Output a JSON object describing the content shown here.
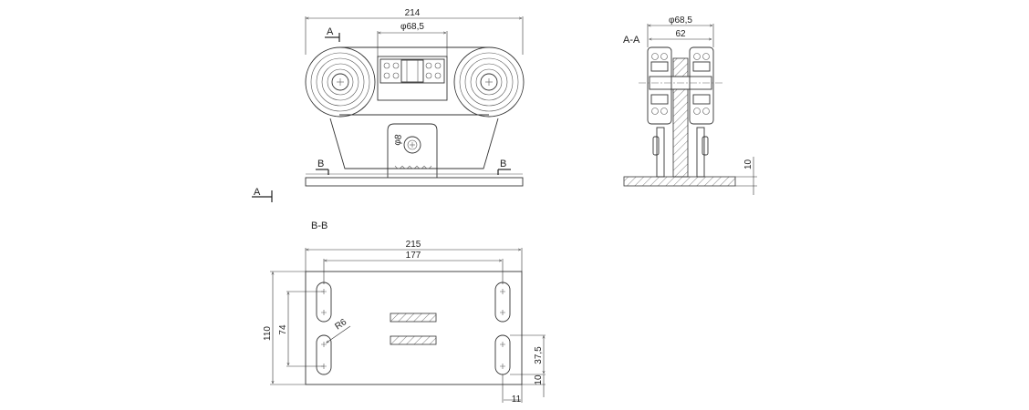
{
  "front_view": {
    "dim_total_width": "214",
    "dim_bearing_dia": "φ68,5",
    "section_mark_a": "A",
    "section_mark_b_left": "B",
    "section_mark_b_right": "B",
    "hole_label": "φ8"
  },
  "side_view": {
    "section_title": "A-A",
    "dim_bearing_dia": "φ68,5",
    "dim_width": "62",
    "dim_plate_thickness": "10"
  },
  "side_arrow_label": "A",
  "plan_view": {
    "section_title": "B-B",
    "dim_total_width": "215",
    "dim_hole_spacing": "177",
    "dim_height": "110",
    "dim_slot_spacing": "74",
    "dim_radius": "R6",
    "dim_slot_length": "37,5",
    "dim_edge_offset": "10",
    "dim_slot_edge": "11"
  }
}
